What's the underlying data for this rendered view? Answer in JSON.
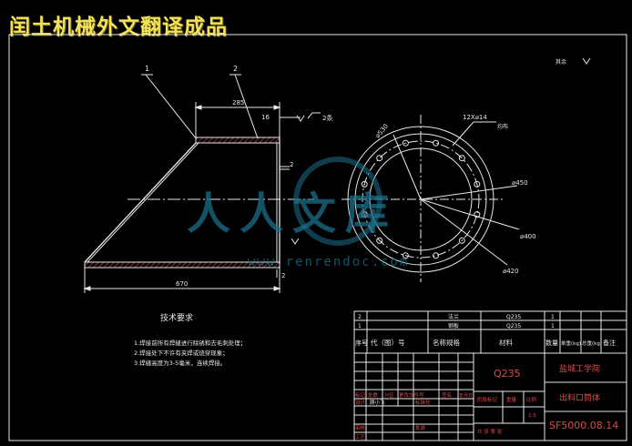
{
  "banner": "闰土机械外文翻译成品",
  "watermark": {
    "cn": "人人文库",
    "url": "www.renrendoc.com"
  },
  "drawing": {
    "callout_1": "1",
    "callout_2": "2",
    "dim_top_width": "285",
    "dim_bottom_width": "670",
    "dim_thk_1": "2",
    "dim_thk_2": "2",
    "dim_small": "16",
    "weld_note": "2条",
    "hole_note": "12X⌀14",
    "hole_sub": "均布",
    "d_pitch": "⌀530",
    "d_450": "⌀450",
    "d_400": "⌀400",
    "d_420": "⌀420",
    "roughness": "其余"
  },
  "tech": {
    "title": "技术要求",
    "items": [
      "1.焊接前所有焊缝进行除锈和去毛刺处理；",
      "2.焊接处下不许有夹焊或烧穿现象；",
      "3.焊缝高度为3-5毫米，连续焊接。"
    ]
  },
  "bom": {
    "rows": [
      {
        "no": "2",
        "name": "法兰",
        "material": "Q235",
        "qty": "1"
      },
      {
        "no": "1",
        "name": "钢板",
        "material": "Q235",
        "qty": "1"
      }
    ],
    "headers": {
      "no": "序号",
      "code": "代（图）号",
      "name": "名称规格",
      "material": "材料",
      "qty": "数量",
      "unit_wt": "单重(kg)",
      "total_wt": "总重(kg)",
      "remark": "备注"
    }
  },
  "title_block": {
    "material": "Q235",
    "school": "盐城工学院",
    "part_name": "出料口筒体",
    "drawing_no": "SF5000.08.14",
    "marker": "标记",
    "count": "处数",
    "zone": "分区",
    "change_doc": "更改文件号",
    "sign": "签名",
    "date": "年月日",
    "design": "设计",
    "designer": "顾小飞",
    "standardize": "标准化",
    "audit": "审核",
    "process": "工艺",
    "approve": "批准",
    "stage_mark": "阶段标记",
    "weight": "重量",
    "scale": "比例",
    "scale_value": "1:5",
    "sheets": "共 张 第 张"
  }
}
